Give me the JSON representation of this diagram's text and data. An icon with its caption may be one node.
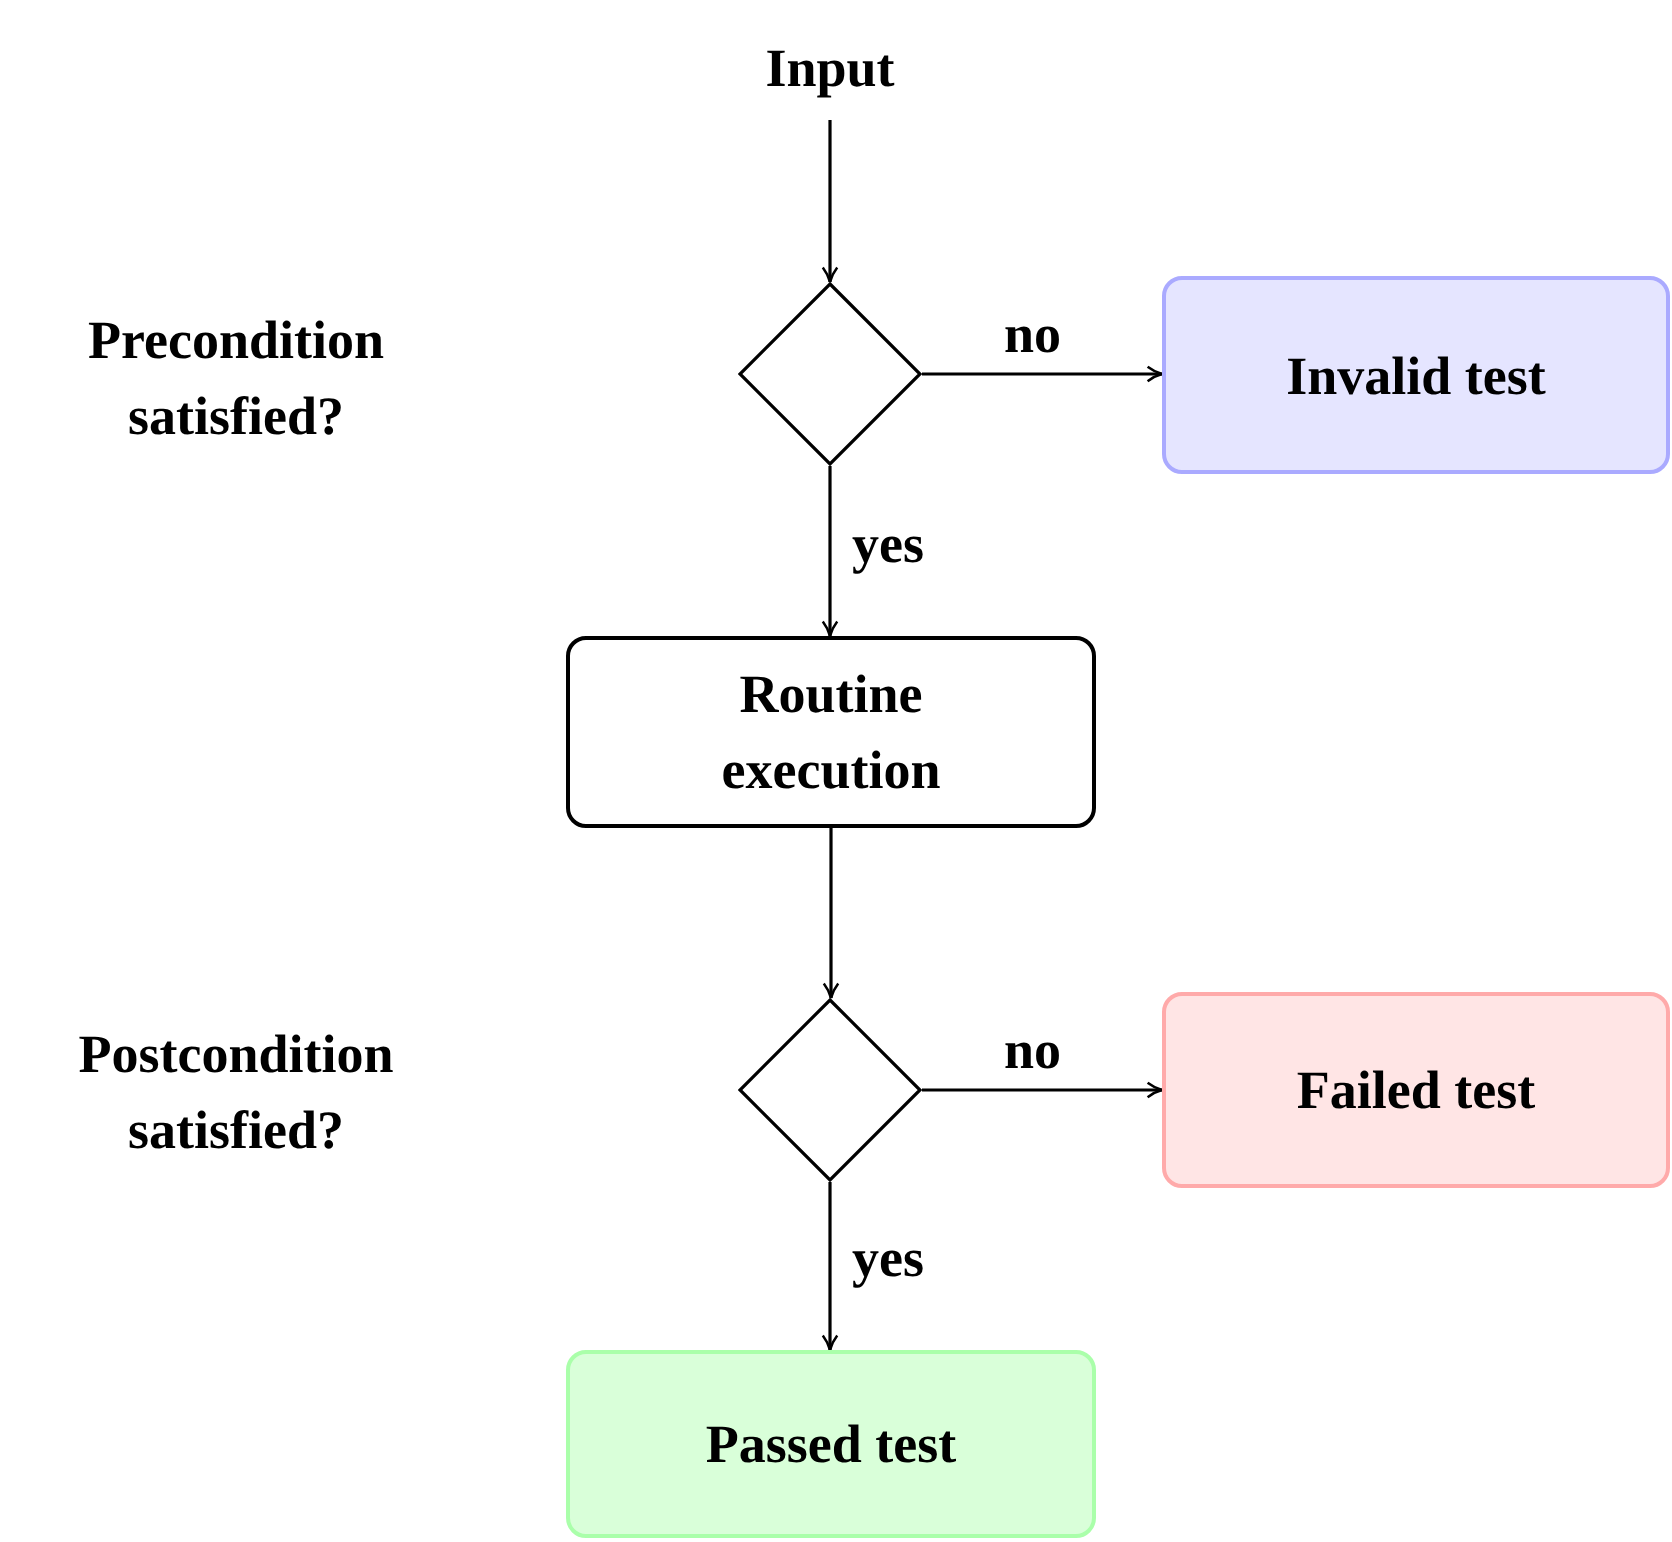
{
  "diagram": {
    "nodes": [
      {
        "text": [
          "Input"
        ]
      },
      {
        "text": [],
        "shape": "diamond"
      },
      {
        "text": [
          "Invalid test"
        ]
      },
      {
        "text": [
          "Routine execution"
        ]
      },
      {
        "text": [],
        "shape": "diamond"
      },
      {
        "text": [
          "Failed test"
        ]
      },
      {
        "text": [
          "Passed test"
        ]
      }
    ],
    "edges": [
      {
        "from": 0,
        "to": 1,
        "arrow": "to"
      },
      {
        "from": 1,
        "to": 2,
        "arrow": "to",
        "label": "no"
      },
      {
        "from": 1,
        "to": 3,
        "arrow": "to",
        "label": "yes"
      },
      {
        "from": 3,
        "to": 4,
        "arrow": "to"
      },
      {
        "from": 4,
        "to": 5,
        "arrow": "to",
        "label": "no"
      },
      {
        "from": 4,
        "to": 6,
        "arrow": "to",
        "label": "yes"
      }
    ],
    "labels": [
      "Precondition satisfied?",
      "Postcondition satisfied?"
    ]
  }
}
